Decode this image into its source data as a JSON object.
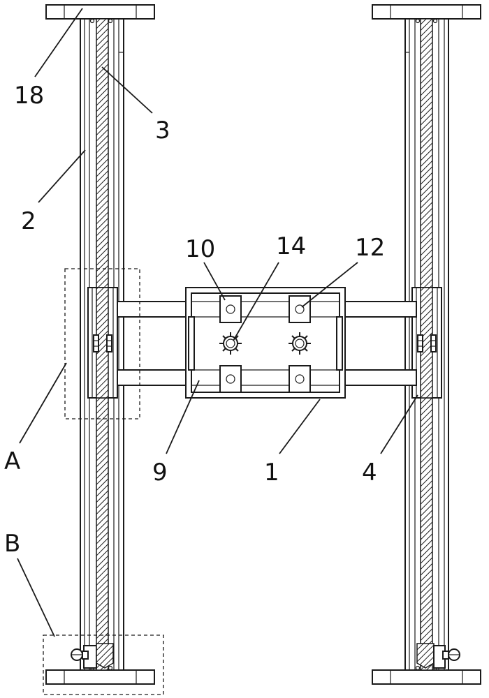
{
  "labels": {
    "l18": "18",
    "l3": "3",
    "l2": "2",
    "l10": "10",
    "l14": "14",
    "l12": "12",
    "lA": "A",
    "l9": "9",
    "l1": "1",
    "l4": "4",
    "lB": "B"
  }
}
